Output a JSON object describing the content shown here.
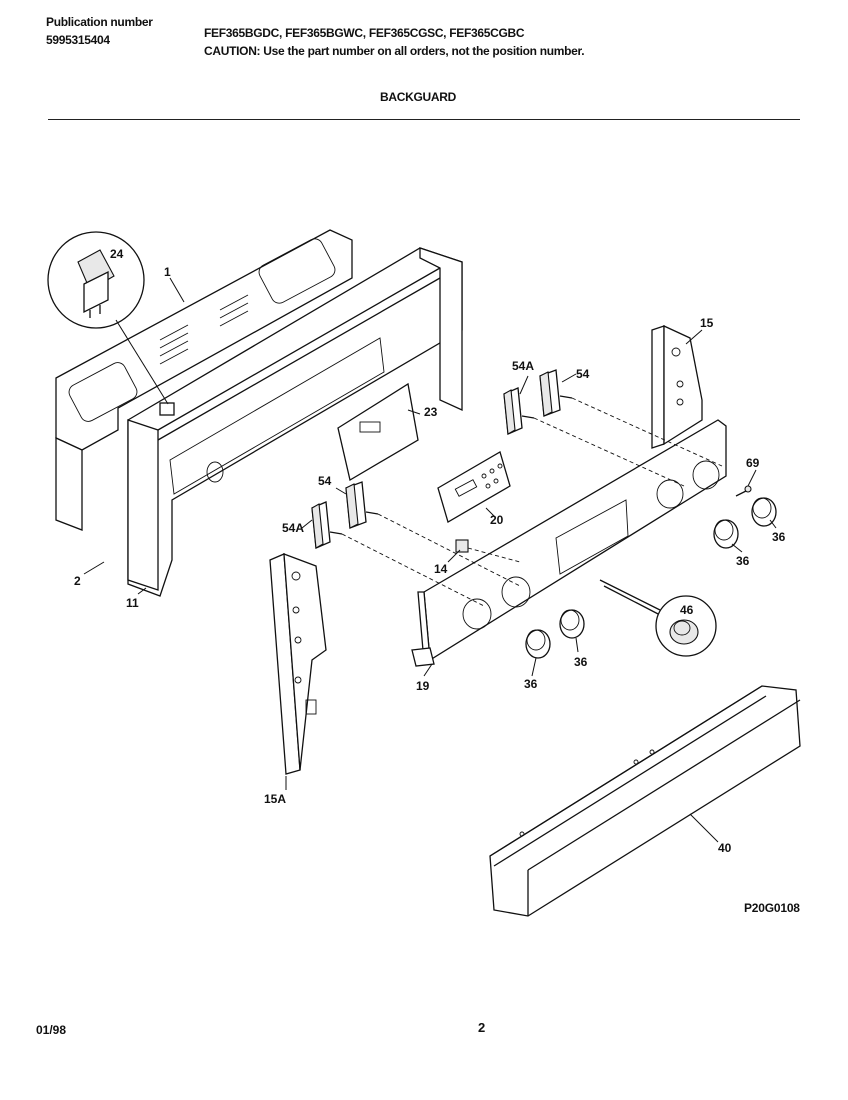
{
  "header": {
    "publication_label": "Publication number",
    "publication_number": "5995315404",
    "models": "FEF365BGDC, FEF365BGWC, FEF365CGSC, FEF365CGBC",
    "caution": "CAUTION:  Use the part number on all orders, not the position number.",
    "section_title": "BACKGUARD"
  },
  "callouts": {
    "c1": "1",
    "c2": "2",
    "c11": "11",
    "c14": "14",
    "c15": "15",
    "c15a": "15A",
    "c19": "19",
    "c20": "20",
    "c23": "23",
    "c24": "24",
    "c36a": "36",
    "c36b": "36",
    "c36c": "36",
    "c36d": "36",
    "c40": "40",
    "c46": "46",
    "c54a": "54",
    "c54b": "54",
    "c54Aa": "54A",
    "c54Ab": "54A",
    "c69": "69"
  },
  "footer": {
    "figure_id": "P20G0108",
    "date": "01/98",
    "page_number": "2"
  }
}
